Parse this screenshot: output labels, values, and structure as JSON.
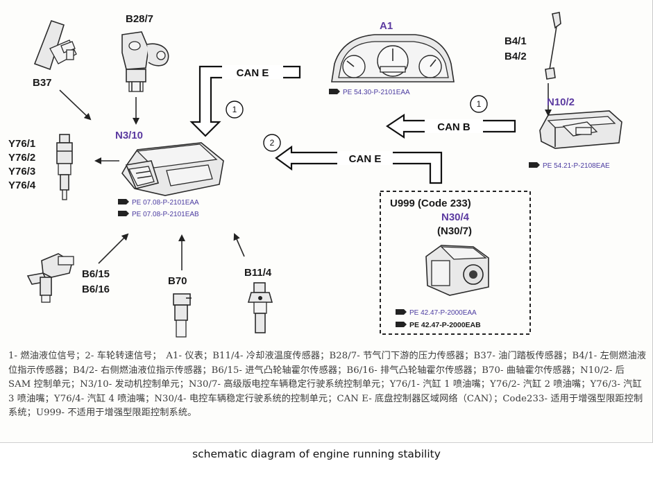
{
  "labels": {
    "b28_7": "B28/7",
    "a1": "A1",
    "b4_1": "B4/1",
    "b4_2": "B4/2",
    "b37": "B37",
    "n3_10": "N3/10",
    "n10_2": "N10/2",
    "y76_1": "Y76/1",
    "y76_2": "Y76/2",
    "y76_3": "Y76/3",
    "y76_4": "Y76/4",
    "b6_15": "B6/15",
    "b6_16": "B6/16",
    "b70": "B70",
    "b11_4": "B11/4",
    "u999": "U999  (Code 233)",
    "n30_4": "N30/4",
    "n30_7": "(N30/7)"
  },
  "can_labels": {
    "can_e_top": "CAN E",
    "can_b": "CAN B",
    "can_e_mid": "CAN E"
  },
  "step_numbers": {
    "one_left": "1",
    "one_right": "1",
    "two": "2"
  },
  "refs": {
    "a1_ref": "PE 54.30-P-2101EAA",
    "n10_2_ref": "PE 54.21-P-2108EAE",
    "n3_10_ref_a": "PE 07.08-P-2101EAA",
    "n3_10_ref_b": "PE 07.08-P-2101EAB",
    "n30_ref_a": "PE 42.47-P-2000EAA",
    "n30_ref_b": "PE 42.47-P-2000EAB"
  },
  "legend": "1- 燃油液位信号；2- 车轮转速信号；　A1- 仪表；B11/4- 冷却液温度传感器；B28/7- 节气门下游的压力传感器；B37- 油门踏板传感器；B4/1- 左侧燃油液位指示传感器；B4/2- 右侧燃油液位指示传感器；B6/15- 进气凸轮轴霍尔传感器；B6/16- 排气凸轮轴霍尔传感器；B70- 曲轴霍尔传感器；N10/2- 后 SAM 控制单元；N3/10- 发动机控制单元；N30/7- 高级版电控车辆稳定行驶系统控制单元；Y76/1- 汽缸 1 喷油嘴；Y76/2- 汽缸 2 喷油嘴；Y76/3- 汽缸 3 喷油嘴；Y76/4- 汽缸 4 喷油嘴；N30/4- 电控车辆稳定行驶系统的控制单元；CAN E- 底盘控制器区域网络（CAN）；Code233- 适用于增强型限距控制系统；U999- 不适用于增强型限距控制系统。",
  "caption": "schematic diagram of engine running stability",
  "colors": {
    "label_purple": "#5b3aa0",
    "ref_blue": "#4a3aa0",
    "ink": "#1a1a1a"
  }
}
